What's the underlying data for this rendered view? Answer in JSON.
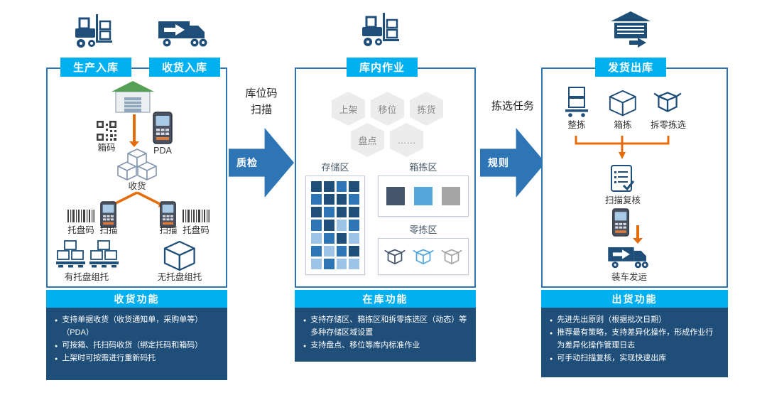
{
  "ui": {
    "bullet": "●"
  },
  "colors": {
    "cyan": "#00b0f0",
    "panel_border": "#2e75b6",
    "footer_bg": "#1f4e79",
    "orange": "#e46c0a",
    "flow_arrow": "#2e75b6"
  },
  "inbound": {
    "header_production": "生产入库",
    "header_receiving": "收货入库",
    "labels": {
      "box_code": "箱码",
      "pda": "PDA",
      "receive": "收货",
      "pallet_code_left": "托盘码",
      "scan_left": "扫描",
      "scan_right": "扫描",
      "pallet_code_right": "托盘码",
      "with_pallet": "有托盘组托",
      "without_pallet": "无托盘组托"
    },
    "footer": {
      "title": "收货功能",
      "bullets": [
        "支持单据收货（收货通知单，采购单等）（PDA）",
        "可按箱、托扫码收货（绑定托码和箱码）",
        "上架时可按需进行重新码托"
      ]
    }
  },
  "flow1": {
    "label_line1": "库位码",
    "label_line2": "扫描",
    "arrow_text": "质检"
  },
  "midzone": {
    "header": "库内作业",
    "hex": [
      "上架",
      "移位",
      "拣货",
      "盘点",
      "……"
    ],
    "storage_label": "存储区",
    "box_pick_label": "箱拣区",
    "piece_pick_label": "零拣区",
    "grid_colors": {
      "d": "#1f4e79",
      "m": "#2e75b6",
      "l": "#9dc3e6"
    },
    "storage_grid": [
      [
        "d",
        "d",
        "m",
        "d"
      ],
      [
        "m",
        "d",
        "d",
        "m"
      ],
      [
        "d",
        "m",
        "d",
        "d"
      ],
      [
        "m",
        "d",
        "l",
        "m"
      ],
      [
        "l",
        "m",
        "d",
        "l"
      ],
      [
        "m",
        "l",
        "m",
        "d"
      ],
      [
        "l",
        "m",
        "l",
        "l"
      ]
    ],
    "box_pick_colors": [
      "#44546a",
      "#54a7dc",
      "#a6a6a6"
    ],
    "piece_pick_colors": [
      "#44546a",
      "#54a7dc",
      "#a6a6a6"
    ],
    "footer": {
      "title": "在库功能",
      "bullets": [
        "支持存储区、箱拣区和拆零拣选区（动态）等多种存储区域设置",
        "支持盘点、移位等库内标准作业"
      ]
    }
  },
  "flow2": {
    "label_line1": "拣选任务",
    "arrow_text": "规则"
  },
  "outbound": {
    "header": "发货出库",
    "labels": {
      "whole_pick": "整拣",
      "box_pick": "箱拣",
      "piece_pick": "拆零拣选",
      "scan_check": "扫描复核",
      "ship": "装车发运"
    },
    "footer": {
      "title": "出货功能",
      "bullets": [
        "先进先出原则（根据批次日期）",
        "推荐最有策略，支持差异化操作，形成作业行为差异化操作管理日志",
        "可手动扫描复核，实现快速出库"
      ]
    }
  }
}
